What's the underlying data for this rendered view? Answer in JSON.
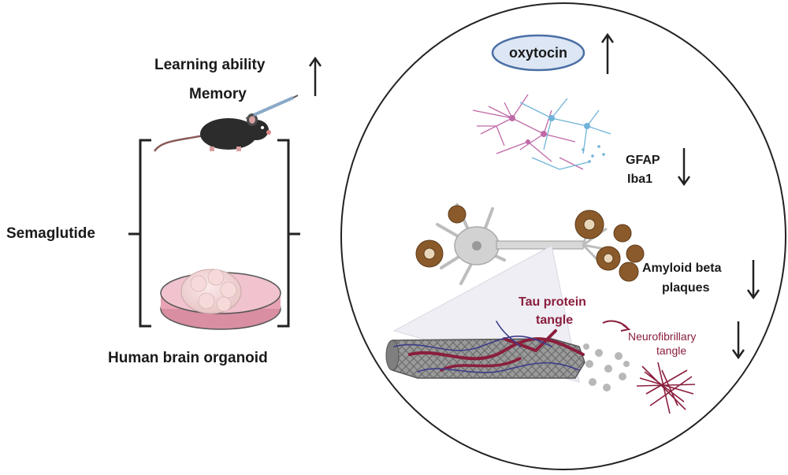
{
  "left": {
    "learning": "Learning ability",
    "memory": "Memory",
    "drug": "Semaglutide",
    "organoid": "Human brain organoid"
  },
  "right": {
    "oxytocin": "oxytocin",
    "gfap": "GFAP",
    "iba1": "Iba1",
    "amyloid_1": "Amyloid beta",
    "amyloid_2": "plaques",
    "tau_1": "Tau protein",
    "tau_2": "tangle",
    "neuro_1": "Neurofibrillary",
    "neuro_2": "tangle"
  },
  "colors": {
    "text": "#1a1a1a",
    "tau": "#8a1e3c",
    "oxytocin_fill": "#dce6f4",
    "oxytocin_stroke": "#4a6fa5",
    "dish_pink": "#e8a3b3",
    "neuron_gray": "#c8c8c8",
    "plaque_brown": "#8b5a2b"
  }
}
